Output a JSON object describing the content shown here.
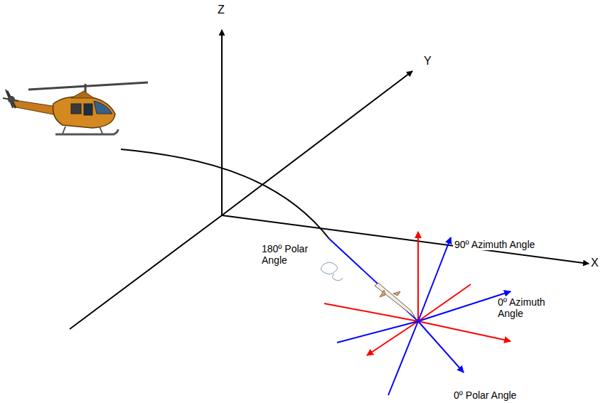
{
  "diagram": {
    "labels": [
      "Z",
      "Y",
      "X",
      "180º Polar Angle",
      "90º Azimuth Angle",
      "0º Azimuth Angle",
      "0º Polar Angle"
    ]
  }
}
